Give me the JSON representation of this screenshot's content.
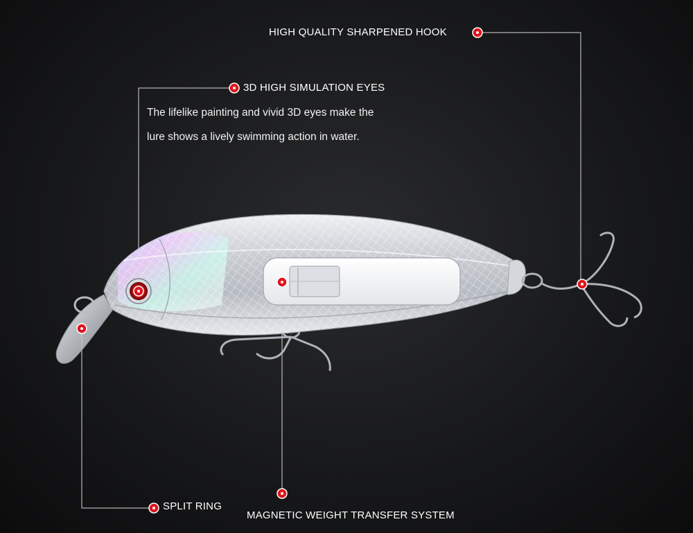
{
  "callouts": {
    "hook": {
      "label": "HIGH QUALITY SHARPENED HOOK"
    },
    "eyes": {
      "label": "3D HIGH SIMULATION EYES",
      "description_line1": "The lifelike painting and vivid 3D eyes make the",
      "description_line2": "lure shows a lively swimming action in water."
    },
    "split_ring": {
      "label": "SPLIT RING"
    },
    "magnetic": {
      "label": "MAGNETIC WEIGHT TRANSFER SYSTEM"
    }
  },
  "colors": {
    "background": "#161719",
    "line": "#d8d8d8",
    "dot": "#e0141c",
    "text": "#ffffff"
  },
  "icons": {
    "dot": "red-marker-dot",
    "product": "fishing-lure-illustration"
  }
}
